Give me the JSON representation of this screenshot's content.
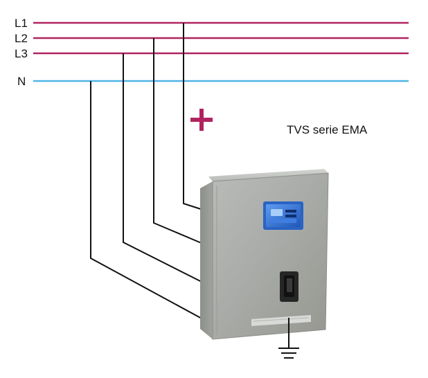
{
  "diagram": {
    "lines": [
      {
        "id": "L1",
        "label": "L1"
      },
      {
        "id": "L2",
        "label": "L2"
      },
      {
        "id": "L3",
        "label": "L3"
      },
      {
        "id": "N",
        "label": "N"
      }
    ],
    "polarity_symbol": "+",
    "device_label": "TVS serie EMA",
    "colors": {
      "phase_line": "#b0235f",
      "neutral_line": "#4fb4e6",
      "wire": "#111111",
      "plus_sign": "#b0235f",
      "enclosure": "#a9aba8",
      "display_panel": "#2f6fd3"
    },
    "icons": {
      "ground": "ground-symbol-icon",
      "plus": "plus-sign-icon",
      "display": "display-panel-icon",
      "switch": "rotary-switch-icon"
    }
  }
}
